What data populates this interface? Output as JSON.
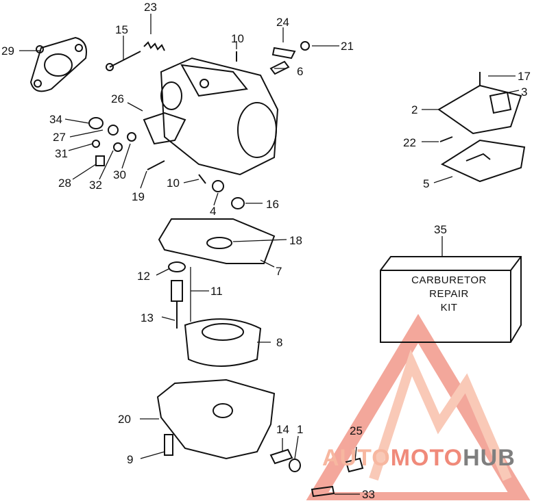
{
  "callouts": {
    "c1": "1",
    "c2": "2",
    "c3": "3",
    "c4": "4",
    "c5": "5",
    "c6": "6",
    "c7": "7",
    "c8": "8",
    "c9": "9",
    "c10a": "10",
    "c10b": "10",
    "c11": "11",
    "c12": "12",
    "c13": "13",
    "c14": "14",
    "c15": "15",
    "c16": "16",
    "c17": "17",
    "c18": "18",
    "c19": "19",
    "c20": "20",
    "c21": "21",
    "c22": "22",
    "c23": "23",
    "c24": "24",
    "c25": "25",
    "c26": "26",
    "c27": "27",
    "c28": "28",
    "c29": "29",
    "c30": "30",
    "c31": "31",
    "c32": "32",
    "c33": "33",
    "c34": "34",
    "c35": "35"
  },
  "kit_box": {
    "line1": "CARBURETOR",
    "line2": "REPAIR",
    "line3": "KIT"
  },
  "watermark": {
    "part1": "AUTO",
    "part2": "MOTO",
    "part3": "HUB"
  },
  "colors": {
    "line": "#111111",
    "watermark_light": "#f7b7a0",
    "watermark_red": "#f08a7a",
    "watermark_gray": "#7f7f7f"
  }
}
